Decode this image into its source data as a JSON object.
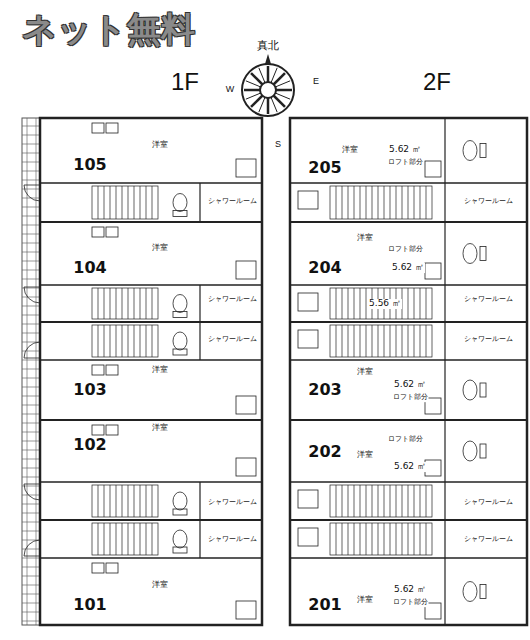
{
  "diagram": {
    "nodes": [
      {
        "text": [
          "105",
          "洋室",
          "シャワールーム"
        ]
      },
      {
        "text": [
          "104",
          "洋室",
          "シャワールーム"
        ]
      },
      {
        "text": [
          "シャワールーム",
          "103",
          "洋室"
        ]
      },
      {
        "text": [
          "102",
          "洋室",
          "シャワールーム"
        ]
      },
      {
        "text": [
          "シャワールーム",
          "101",
          "洋室"
        ]
      },
      {
        "text": [
          "205",
          "洋室",
          "5.62 ㎡",
          "ロフト部分",
          "シャワールーム"
        ]
      },
      {
        "text": [
          "洋室",
          "ロフト部分",
          "204",
          "5.62 ㎡",
          "シャワールーム",
          "5.56 ㎡"
        ]
      },
      {
        "text": [
          "シャワールーム",
          "203",
          "洋室",
          "5.62 ㎡",
          "ロフト部分"
        ]
      },
      {
        "text": [
          "ロフト部分",
          "洋室",
          "202",
          "5.62 ㎡",
          "シャワールーム"
        ]
      },
      {
        "text": [
          "シャワールーム",
          "洋室",
          "5.62 ㎡",
          "201",
          "ロフト部分"
        ]
      }
    ],
    "labels": [
      "ネット無料",
      "真北",
      "W",
      "E",
      "S",
      "1F",
      "2F"
    ]
  }
}
